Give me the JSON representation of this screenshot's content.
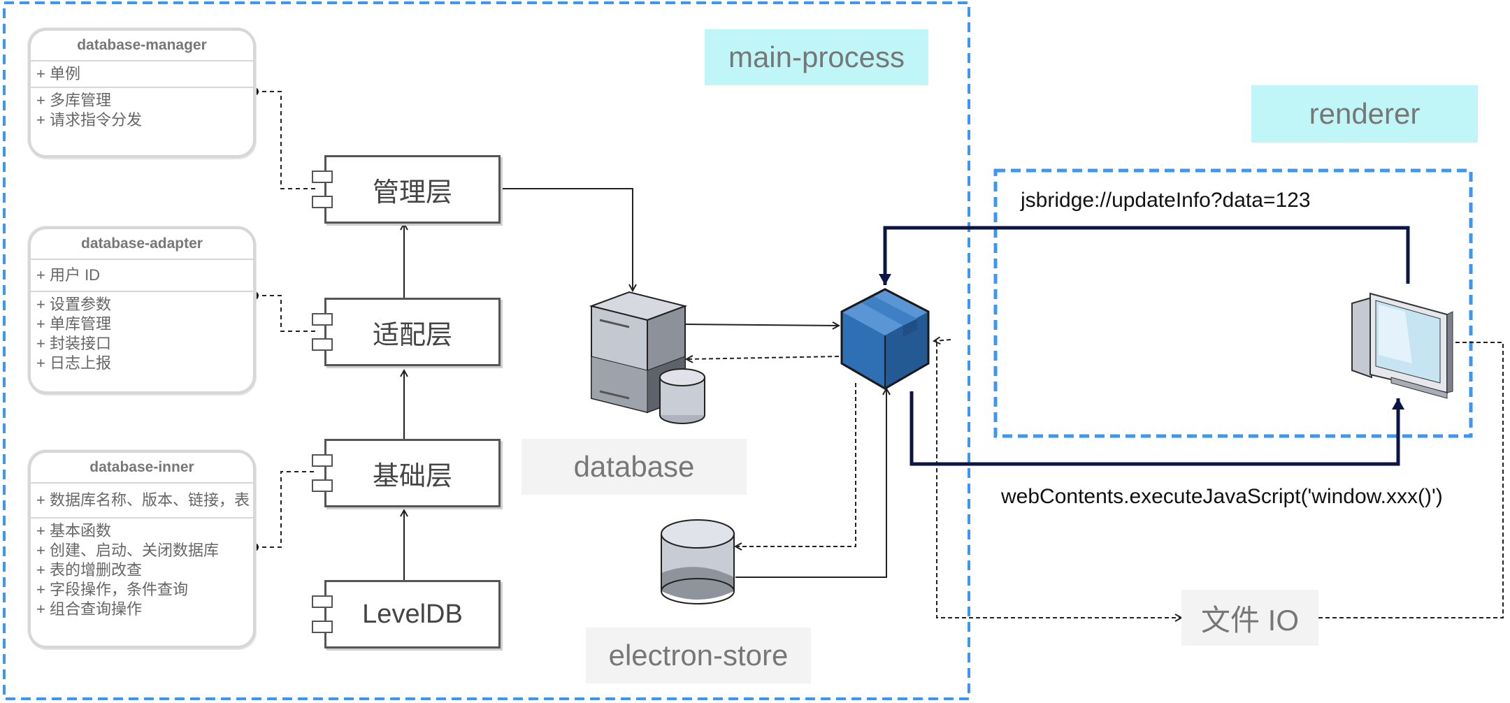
{
  "regions": {
    "main_process": "main-process",
    "renderer": "renderer"
  },
  "classes": [
    {
      "title": "database-manager",
      "attributes": [
        "+ 单例"
      ],
      "methods": [
        "+ 多库管理",
        "+ 请求指令分发"
      ]
    },
    {
      "title": "database-adapter",
      "attributes": [
        "+ 用户 ID"
      ],
      "methods": [
        "+ 设置参数",
        "+ 单库管理",
        "+ 封装接口",
        "+ 日志上报"
      ]
    },
    {
      "title": "database-inner",
      "attributes": [
        "+ 数据库名称、版本、链接，表"
      ],
      "methods": [
        "+ 基本函数",
        "+ 创建、启动、关闭数据库",
        "+ 表的增删改查",
        "+ 字段操作，条件查询",
        "+ 组合查询操作"
      ]
    }
  ],
  "layers": [
    "管理层",
    "适配层",
    "基础层",
    "LevelDB"
  ],
  "nodes": {
    "database": "database",
    "electron_store": "electron-store",
    "file_io": "文件 IO"
  },
  "edges": {
    "jsbridge": "jsbridge://updateInfo?data=123",
    "execute_js": "webContents.executeJavaScript('window.xxx()')"
  },
  "icons": [
    "server-database-icon",
    "cylinder-store-icon",
    "package-cube-icon",
    "renderer-window-icon"
  ],
  "colors": {
    "region_border": "#3d97f2",
    "cyan_chip": "#c0f6f7",
    "grey_chip": "#f3f3f3",
    "cube": "#2f6fb3",
    "bold_arrow": "#0d1446"
  }
}
